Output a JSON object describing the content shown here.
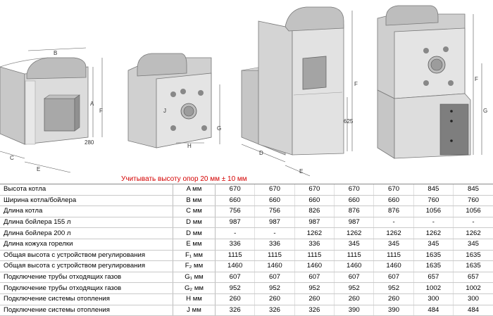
{
  "drawing_labels": {
    "b1": "B",
    "a1": "A",
    "f1": "F",
    "h280": "280",
    "c1": "C",
    "e1": "E",
    "j2": "J",
    "g2": "G",
    "h2": "H",
    "f3": "F",
    "h625": "625",
    "d3": "D",
    "e3": "E",
    "f4": "F",
    "g4": "G"
  },
  "note": "Учитывать высоту опор  20 мм ± 10 мм",
  "table": {
    "rows": [
      {
        "label": "Высота котла",
        "unit": "A мм",
        "values": [
          "670",
          "670",
          "670",
          "670",
          "670",
          "845",
          "845"
        ]
      },
      {
        "label": "Ширина котла/бойлера",
        "unit": "B мм",
        "values": [
          "660",
          "660",
          "660",
          "660",
          "660",
          "760",
          "760"
        ]
      },
      {
        "label": "Длина котла",
        "unit": "C мм",
        "values": [
          "756",
          "756",
          "826",
          "876",
          "876",
          "1056",
          "1056"
        ]
      },
      {
        "label": "Длина бойлера 155 л",
        "unit": "D мм",
        "values": [
          "987",
          "987",
          "987",
          "987",
          "-",
          "-",
          "-"
        ]
      },
      {
        "label": "Длина бойлера 200 л",
        "unit": "D мм",
        "values": [
          "-",
          "-",
          "1262",
          "1262",
          "1262",
          "1262",
          "1262"
        ]
      },
      {
        "label": "Длина кожуха горелки",
        "unit": "E мм",
        "values": [
          "336",
          "336",
          "336",
          "345",
          "345",
          "345",
          "345"
        ]
      },
      {
        "label": "Общая высота с устройством регулирования",
        "unit": "F₁ мм",
        "values": [
          "1115",
          "1115",
          "1115",
          "1115",
          "1115",
          "1635",
          "1635"
        ]
      },
      {
        "label": "Общая высота с устройством регулирования",
        "unit": "F₂ мм",
        "values": [
          "1460",
          "1460",
          "1460",
          "1460",
          "1460",
          "1635",
          "1635"
        ]
      },
      {
        "label": "Подключение трубы отходящих газов",
        "unit": "G₁ мм",
        "values": [
          "607",
          "607",
          "607",
          "607",
          "607",
          "657",
          "657"
        ]
      },
      {
        "label": "Подключение трубы отходящих газов",
        "unit": "G₂ мм",
        "values": [
          "952",
          "952",
          "952",
          "952",
          "952",
          "1002",
          "1002"
        ]
      },
      {
        "label": "Подключение системы отопления",
        "unit": "H мм",
        "values": [
          "260",
          "260",
          "260",
          "260",
          "260",
          "300",
          "300"
        ]
      },
      {
        "label": "Подключение системы отопления",
        "unit": "J мм",
        "values": [
          "326",
          "326",
          "326",
          "390",
          "390",
          "484",
          "484"
        ]
      }
    ]
  }
}
